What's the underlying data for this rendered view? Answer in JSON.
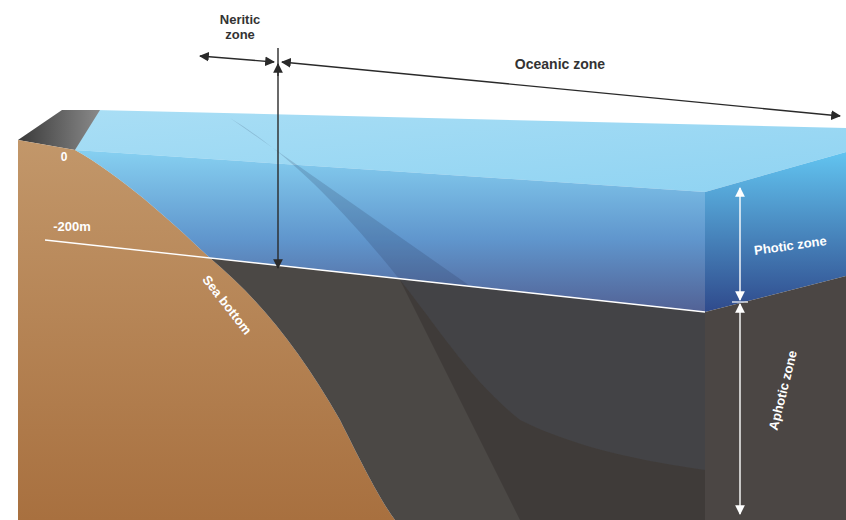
{
  "diagram": {
    "labels": [
      "Neritic zone",
      "Oceanic zone",
      "0",
      "-200m",
      "Sea bottom",
      "Photic zone",
      "Aphotic zone"
    ]
  }
}
